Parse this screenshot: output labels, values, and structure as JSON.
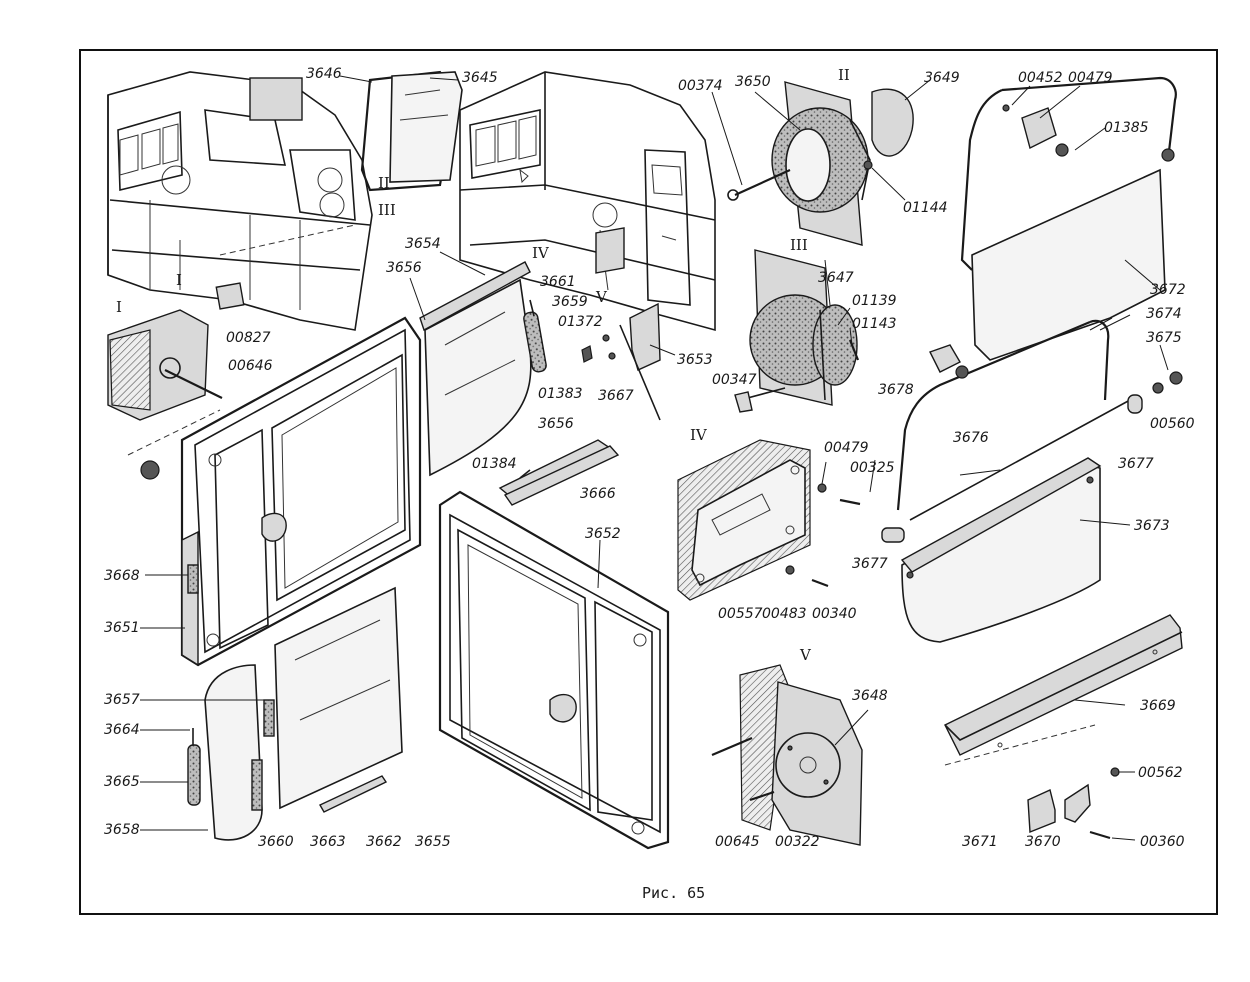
{
  "caption": "Рис. 65",
  "views": [
    "I",
    "II",
    "III",
    "IV",
    "V",
    "I",
    "II",
    "III",
    "IV",
    "V"
  ],
  "labels": [
    "3646",
    "3645",
    "00374",
    "3650",
    "3649",
    "00452",
    "00479",
    "01385",
    "01144",
    "3654",
    "3656",
    "3661",
    "3659",
    "01372",
    "3653",
    "3647",
    "01139",
    "01143",
    "3672",
    "3674",
    "3675",
    "00827",
    "00646",
    "01383",
    "3667",
    "00347",
    "3678",
    "00560",
    "3656",
    "01384",
    "3666",
    "00479",
    "00325",
    "3676",
    "3677",
    "3673",
    "3652",
    "3668",
    "3651",
    "00557",
    "00483",
    "00340",
    "3677",
    "3657",
    "3664",
    "3648",
    "3669",
    "3665",
    "3658",
    "3660",
    "3663",
    "3662",
    "3655",
    "00645",
    "00322",
    "00562",
    "3671",
    "3670",
    "00360"
  ]
}
